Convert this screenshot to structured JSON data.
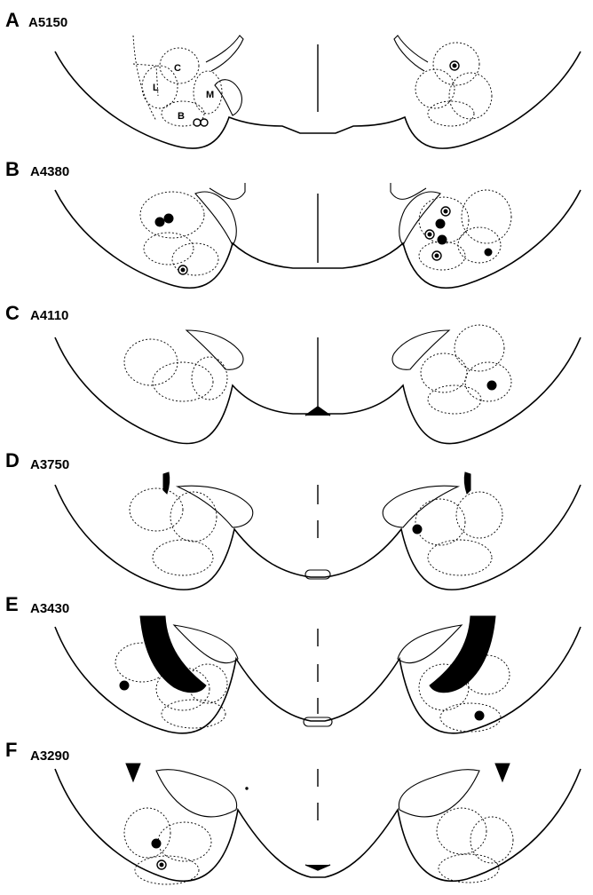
{
  "panels": [
    {
      "letter": "A",
      "coord": "A5150"
    },
    {
      "letter": "B",
      "coord": "A4380"
    },
    {
      "letter": "C",
      "coord": "A4110"
    },
    {
      "letter": "D",
      "coord": "A3750"
    },
    {
      "letter": "E",
      "coord": "A3430"
    },
    {
      "letter": "F",
      "coord": "A3290"
    }
  ],
  "region_labels": {
    "c": "C",
    "l": "L",
    "m": "M",
    "b": "B"
  },
  "marker_types": [
    "filled-circle",
    "open-circle-with-center"
  ],
  "colors": {
    "ink": "#000000",
    "background": "#ffffff"
  }
}
